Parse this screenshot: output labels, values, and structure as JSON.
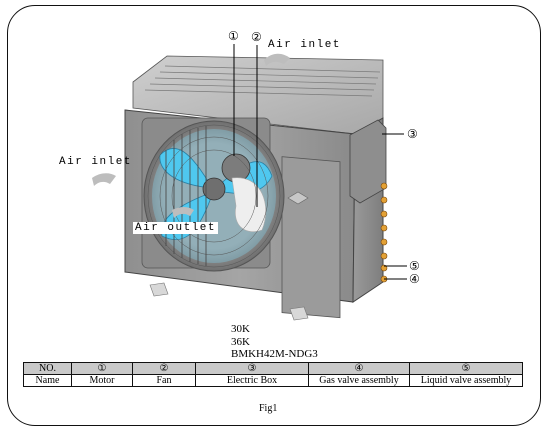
{
  "figure": {
    "labels": {
      "air_inlet_top": "Air inlet",
      "air_inlet_left": "Air inlet",
      "air_outlet": "Air outlet"
    },
    "callouts": [
      "①",
      "②",
      "③",
      "④",
      "⑤"
    ],
    "models": [
      "30K",
      "36K",
      "BMKH42M-NDG3"
    ],
    "caption": "Fig1",
    "colors": {
      "fan_blade": "#4fc8ef",
      "casing": "#a9a9a9",
      "valve": "#e3a135"
    }
  },
  "parts_table": {
    "header": [
      "NO.",
      "①",
      "②",
      "③",
      "④",
      "⑤"
    ],
    "row": [
      "Name",
      "Motor",
      "Fan",
      "Electric Box",
      "Gas valve assembly",
      "Liquid valve assembly"
    ]
  }
}
